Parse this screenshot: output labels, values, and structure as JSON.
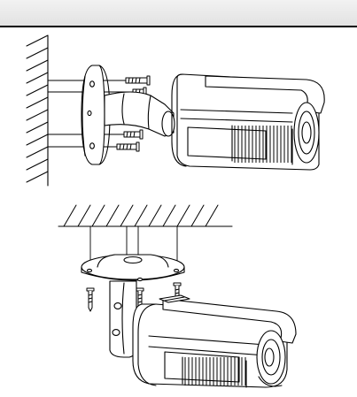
{
  "figures": [
    {
      "id": "wall-mount",
      "icon": "bullet-camera-wall-mount-illustration"
    },
    {
      "id": "ceiling-mount",
      "icon": "bullet-camera-ceiling-mount-illustration"
    }
  ]
}
